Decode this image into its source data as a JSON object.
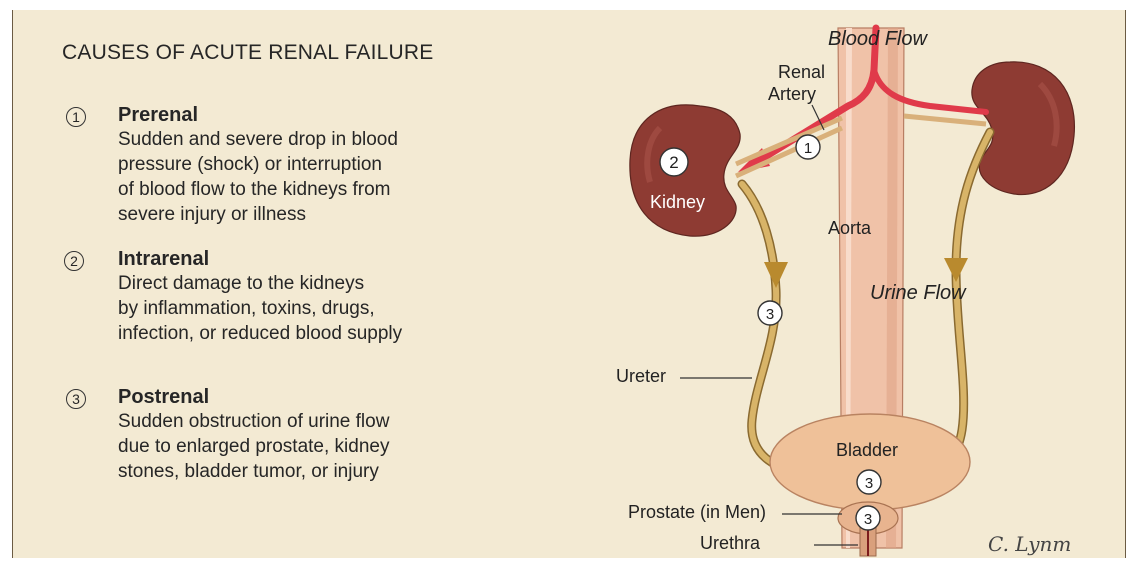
{
  "title": "CAUSES OF ACUTE RENAL FAILURE",
  "causes": [
    {
      "number": "1",
      "heading": "Prerenal",
      "lines": [
        "Sudden and severe drop in blood",
        "pressure (shock) or interruption",
        "of blood flow to the kidneys from",
        "severe injury or illness"
      ]
    },
    {
      "number": "2",
      "heading": "Intrarenal",
      "lines": [
        "Direct damage to the kidneys",
        "by inflammation, toxins, drugs,",
        "infection, or reduced blood supply"
      ]
    },
    {
      "number": "3",
      "heading": "Postrenal",
      "lines": [
        "Sudden obstruction of urine flow",
        "due to enlarged prostate, kidney",
        "stones, bladder tumor, or injury"
      ]
    }
  ],
  "labels": {
    "blood_flow": "Blood Flow",
    "renal": "Renal",
    "artery": "Artery",
    "kidney": "Kidney",
    "aorta": "Aorta",
    "urine_flow": "Urine Flow",
    "ureter": "Ureter",
    "bladder": "Bladder",
    "prostate": "Prostate (in Men)",
    "urethra": "Urethra"
  },
  "markers": {
    "kidney": "2",
    "artery": "1",
    "ureter": "3",
    "bladder": "3",
    "prostate": "3"
  },
  "signature": "C. Lynm",
  "colors": {
    "background": "#f3ead3",
    "kidney": "#8e3b33",
    "artery": "#e03a4a",
    "aorta": "#f0c2a8",
    "ureter": "#c8a45a",
    "bladder": "#efc199"
  }
}
